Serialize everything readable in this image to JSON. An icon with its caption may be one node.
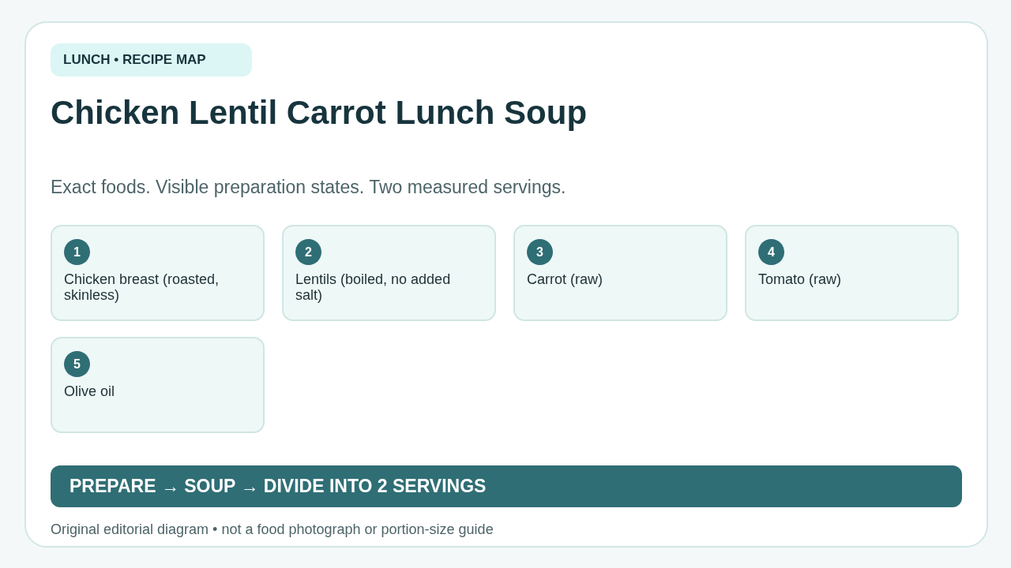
{
  "diagram": {
    "title": "Chicken Lentil Carrot Lunch Soup",
    "caption": "Original editorial diagram • not a food photograph or portion-size guide",
    "nodes": [
      {
        "text": [
          "LUNCH • RECIPE MAP"
        ]
      },
      {
        "text": [
          "1",
          "Chicken breast (roasted, skinless)"
        ]
      },
      {
        "text": [
          "2",
          "Lentils (boiled, no added salt)"
        ]
      },
      {
        "text": [
          "3",
          "Carrot (raw)"
        ]
      },
      {
        "text": [
          "4",
          "Tomato (raw)"
        ]
      },
      {
        "text": [
          "5",
          "Olive oil"
        ]
      },
      {
        "text": [
          "PREPARE → SOUP → DIVIDE INTO 2 SERVINGS"
        ]
      }
    ],
    "labels": [
      "Exact foods. Visible preparation states. Two measured servings."
    ]
  }
}
